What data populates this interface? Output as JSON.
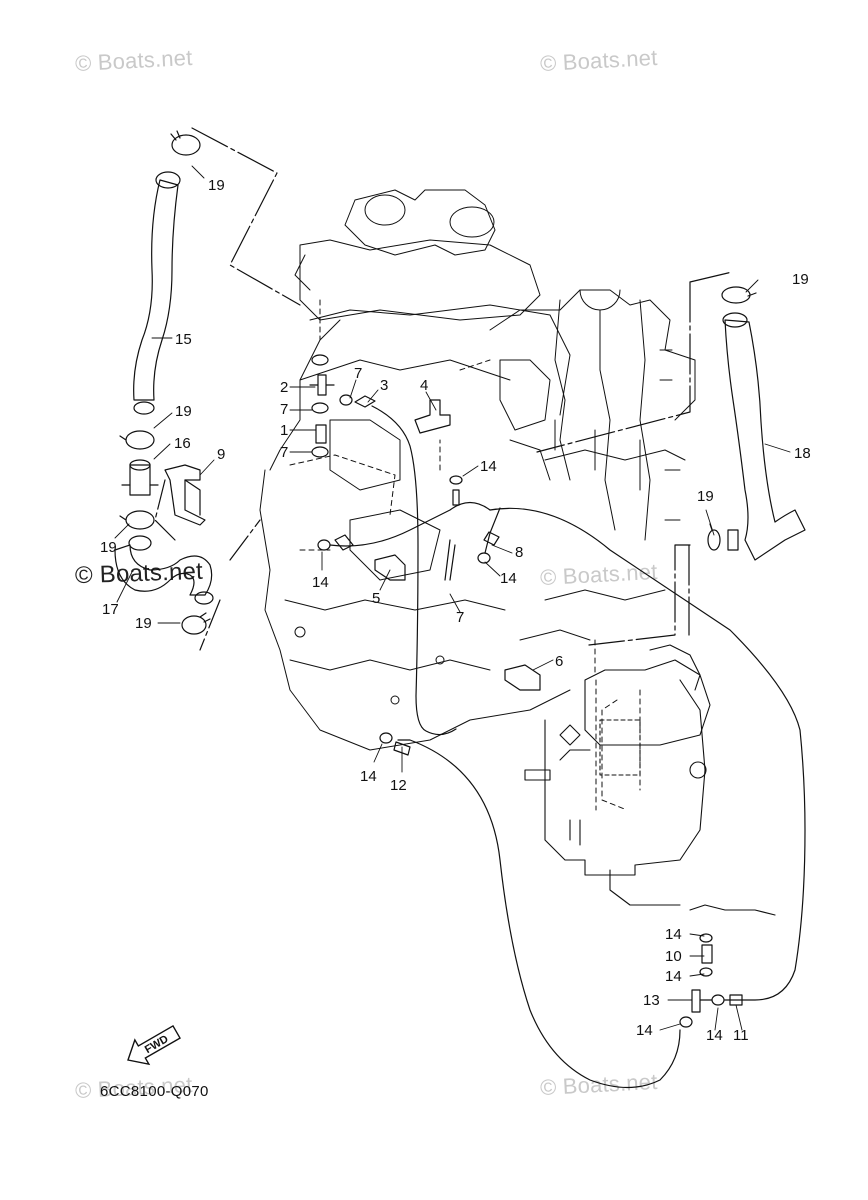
{
  "watermarks": [
    "© Boats.net",
    "© Boats.net",
    "© Boats.net",
    "© Boats.net",
    "© Boats.net",
    "© Boats.net"
  ],
  "diagram_code": "6CC8100-Q070",
  "fwd_label": "FWD",
  "callouts": [
    "1",
    "2",
    "3",
    "4",
    "5",
    "6",
    "7",
    "8",
    "9",
    "10",
    "11",
    "12",
    "13",
    "14",
    "15",
    "16",
    "17",
    "18",
    "19"
  ],
  "labels": {
    "n19a": "19",
    "n15": "15",
    "n19b": "19",
    "n16": "16",
    "n9": "9",
    "n19c": "19",
    "n17": "17",
    "n19d": "19",
    "n2": "2",
    "n7a": "7",
    "n1": "1",
    "n7b": "7",
    "n7c": "7",
    "n3": "3",
    "n4": "4",
    "n14a": "14",
    "n14b": "14",
    "n5": "5",
    "n8": "8",
    "n14c": "14",
    "n7d": "7",
    "n6": "6",
    "n19e": "19",
    "n18": "18",
    "n19f": "19",
    "n14d": "14",
    "n12": "12",
    "n14e": "14",
    "n10": "10",
    "n14f": "14",
    "n13": "13",
    "n14g": "14",
    "n14h": "14",
    "n11": "11"
  }
}
